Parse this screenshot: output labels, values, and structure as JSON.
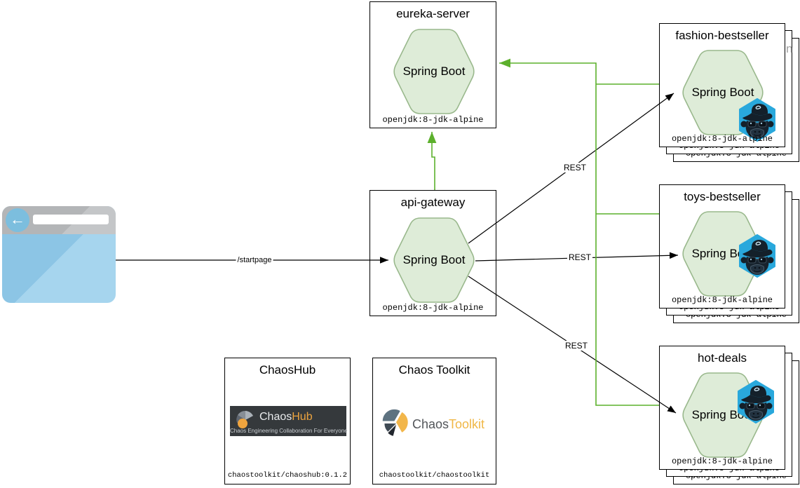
{
  "nodes": {
    "eureka_server": {
      "title": "eureka-server",
      "runtime": "Spring Boot",
      "image": "openjdk:8-jdk-alpine"
    },
    "api_gateway": {
      "title": "api-gateway",
      "runtime": "Spring Boot",
      "image": "openjdk:8-jdk-alpine"
    },
    "fashion_bestseller": {
      "title": "fashion-bestseller",
      "runtime": "Spring Boot",
      "image": "openjdk:8-jdk-alpine",
      "instances": 3,
      "peek_text": "n"
    },
    "toys_bestseller": {
      "title": "toys-bestseller",
      "runtime": "Spring Boot",
      "image": "openjdk:8-jdk-alpine",
      "instances": 3
    },
    "hot_deals": {
      "title": "hot-deals",
      "runtime": "Spring Boot",
      "image": "openjdk:8-jdk-alpine",
      "instances": 3
    },
    "chaoshub": {
      "title": "ChaosHub",
      "logo_chaos": "Chaos",
      "logo_hub": "Hub",
      "tagline": "Chaos Engineering Collaboration For Everyone",
      "image": "chaostoolkit/chaoshub:0.1.2"
    },
    "chaos_toolkit": {
      "title": "Chaos Toolkit",
      "logo_chaos": "Chaos",
      "logo_toolkit": "Toolkit",
      "image": "chaostoolkit/chaostoolkit"
    }
  },
  "edges": {
    "startpage": "/startpage",
    "rest_fashion": "REST",
    "rest_toys": "REST",
    "rest_hotdeals": "REST"
  },
  "icons": {
    "back_arrow": "←"
  },
  "colors": {
    "discovery_green": "#5cb02c",
    "hexagon_fill": "#deecd8",
    "hexagon_border": "#99b88c",
    "chaos_monkey_blue": "#29a8dc",
    "chaoshub_orange": "#eda43f",
    "toolkit_yellow": "#f0b746",
    "browser_blue": "#8cc5e5"
  }
}
